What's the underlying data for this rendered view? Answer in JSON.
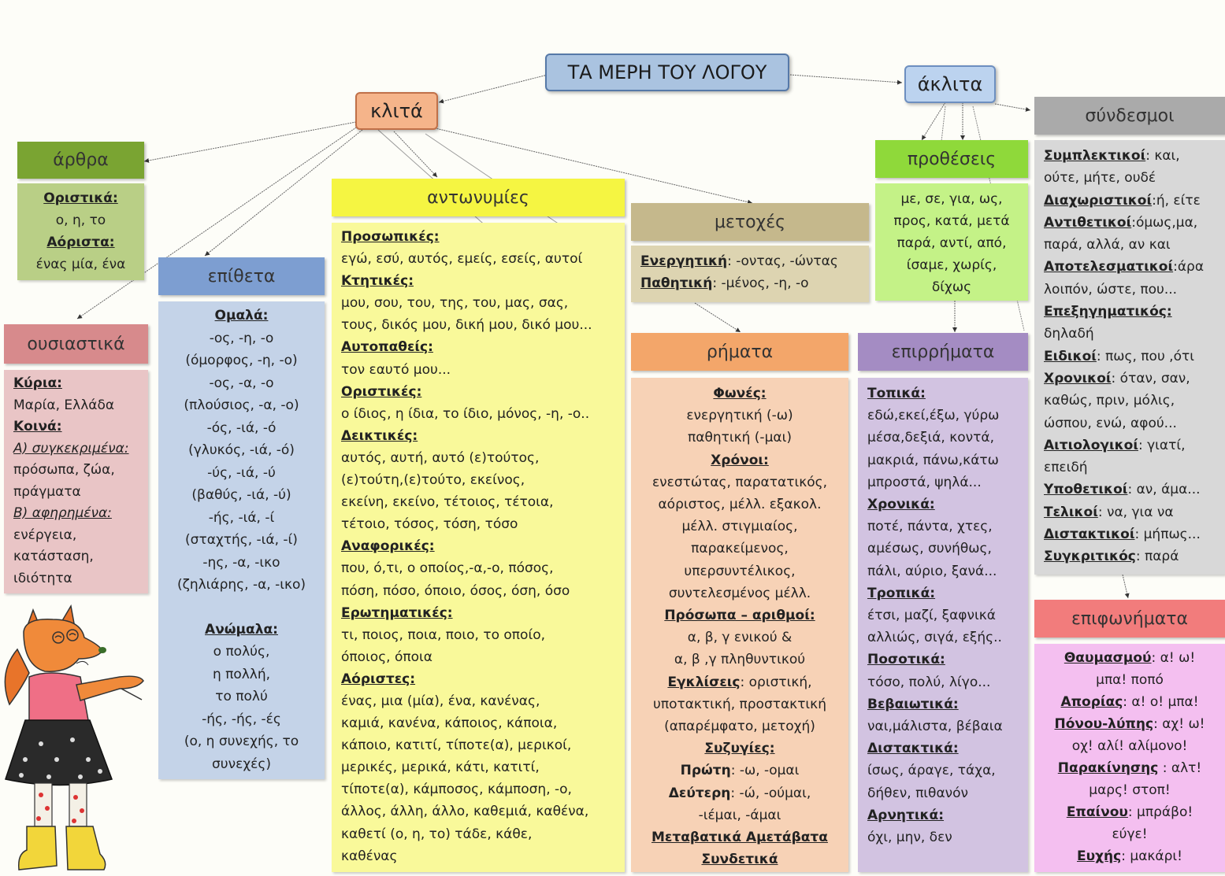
{
  "root": "ΤΑ ΜΕΡΗ ΤΟΥ ΛΟΓΟΥ",
  "klita": "κλιτά",
  "aklita": "άκλιτα",
  "arthra": {
    "title": "άρθρα",
    "l1": "Οριστικά:",
    "l2": "ο, η, το",
    "l3": "Αόριστα:",
    "l4": "ένας μία, ένα"
  },
  "ousiastika": {
    "title": "ουσιαστικά",
    "l1": "Κύρια:",
    "l2": "Μαρία, Ελλάδα",
    "l3": "Κοινά:",
    "l4": "Α) συγκεκριμένα:",
    "l5": "πρόσωπα, ζώα,",
    "l6": "πράγματα",
    "l7": "Β) αφηρημένα:",
    "l8": "ενέργεια,",
    "l9": "κατάσταση,",
    "l10": "ιδιότητα"
  },
  "epitheta": {
    "title": "επίθετα",
    "l1": "Ομαλά:",
    "l2": "-ος, -η, -ο",
    "l3": "(όμορφος, -η, -ο)",
    "l4": "-ος, -α, -ο",
    "l5": "(πλούσιος, -α, -ο)",
    "l6": "-ός, -ιά, -ό",
    "l7": "(γλυκός, -ιά, -ό)",
    "l8": "-ύς, -ιά, -ύ",
    "l9": "(βαθύς, -ιά, -ύ)",
    "l10": "-ής, -ιά, -ί",
    "l11": "(σταχτής, -ιά, -ί)",
    "l12": "-ης, -α, -ικο",
    "l13": "(ζηλιάρης, -α, -ικο)",
    "l14": "Ανώμαλα:",
    "l15": "ο πολύς,",
    "l16": "η πολλή,",
    "l17": "το πολύ",
    "l18": "-ής, -ής, -ές",
    "l19": "(ο, η συνεχής, το",
    "l20": "συνεχές)"
  },
  "antonymies": {
    "title": "αντωνυμίες",
    "l1": "Προσωπικές:",
    "l2": "εγώ, εσύ, αυτός, εμείς, εσείς, αυτοί",
    "l3": "Κτητικές:",
    "l4": "μου, σου, του, της, του, μας, σας,",
    "l5": "τους, δικός μου, δική μου, δικό μου...",
    "l6": "Αυτοπαθείς:",
    "l7": "τον εαυτό μου...",
    "l8": "Οριστικές:",
    "l9": "ο ίδιος, η ίδια, το ίδιο, μόνος, -η, -ο..",
    "l10": "Δεικτικές:",
    "l11": "αυτός, αυτή, αυτό (ε)τούτος,",
    "l12": "(ε)τούτη,(ε)τούτο, εκείνος,",
    "l13": "εκείνη, εκείνο, τέτοιος, τέτοια,",
    "l14": "τέτοιο, τόσος, τόση, τόσο",
    "l15": "Αναφορικές:",
    "l16": "που, ό,τι, ο οποίος,-α,-ο, πόσος,",
    "l17": "πόση, πόσο, όποιο, όσος, όση, όσο",
    "l18": "Ερωτηματικές:",
    "l19": "τι, ποιος, ποια, ποιο, το οποίο,",
    "l20": "όποιος, όποια",
    "l21": "Αόριστες:",
    "l22": "ένας, μια (μία), ένα, κανένας,",
    "l23": "καμιά, κανένα, κάποιος, κάποια,",
    "l24": "κάποιο, κατιτί, τίποτε(α), μερικοί,",
    "l25": "μερικές, μερικά, κάτι, κατιτί,",
    "l26": "τίποτε(α), κάμποσος, κάμποση, -ο,",
    "l27": "άλλος, άλλη, άλλο, καθεμιά, καθένα,",
    "l28": "καθετί (ο, η, το) τάδε, κάθε,",
    "l29": "καθένας"
  },
  "metoxes": {
    "title": "μετοχές",
    "l1a": "Ενεργητική",
    "l1b": ": -οντας, -ώντας",
    "l2a": "Παθητική",
    "l2b": ": -μένος, -η, -ο"
  },
  "rimata": {
    "title": "ρήματα",
    "l1": "Φωνές:",
    "l2": "ενεργητική (-ω)",
    "l3": "παθητική (-μαι)",
    "l4": "Χρόνοι:",
    "l5": "ενεστώτας, παρατατικός,",
    "l6": "αόριστος, μέλλ. εξακολ.",
    "l7": "μέλλ. στιγμιαίος,",
    "l8": "παρακείμενος,",
    "l9": "υπερσυντέλικος,",
    "l10": "συντελεσμένος μέλλ.",
    "l11": "Πρόσωπα – αριθμοί:",
    "l12": "α, β, γ ενικού &",
    "l13": "α, β ,γ πληθυντικού",
    "l14a": "Εγκλίσεις",
    "l14b": ": οριστική,",
    "l15": "υποτακτική, προστακτική",
    "l16": "(απαρέμφατο, μετοχή)",
    "l17": "Συζυγίες:",
    "l18a": "Πρώτη",
    "l18b": ": -ω, -ομαι",
    "l19a": "Δεύτερη",
    "l19b": ": -ώ, -ούμαι,",
    "l20": "-ιέμαι, -άμαι",
    "l21": "Μεταβατικά  Αμετάβατα",
    "l22": "Συνδετικά"
  },
  "protheseis": {
    "title": "προθέσεις",
    "l1": "με, σε, για, ως,",
    "l2": "προς, κατά, μετά",
    "l3": "παρά, αντί, από,",
    "l4": "ίσαμε, χωρίς,",
    "l5": "δίχως"
  },
  "epirrimata": {
    "title": "επιρρήματα",
    "l1": "Τοπικά:",
    "l2": "εδώ,εκεί,έξω, γύρω",
    "l3": "μέσα,δεξιά, κοντά,",
    "l4": "μακριά, πάνω,κάτω",
    "l5": "μπροστά, ψηλά...",
    "l6": "Χρονικά:",
    "l7": "ποτέ, πάντα, χτες,",
    "l8": "αμέσως, συνήθως,",
    "l9": "πάλι, αύριο, ξανά...",
    "l10": "Τροπικά:",
    "l11": "έτσι, μαζί, ξαφνικά",
    "l12": "αλλιώς, σιγά, εξής..",
    "l13": "Ποσοτικά:",
    "l14": "τόσο, πολύ, λίγο...",
    "l15": "Βεβαιωτικά:",
    "l16": "ναι,μάλιστα, βέβαια",
    "l17": "Διστακτικά:",
    "l18": "ίσως, άραγε, τάχα,",
    "l19": "δήθεν, πιθανόν",
    "l20": "Αρνητικά:",
    "l21": "όχι, μην, δεν"
  },
  "syndesmoi": {
    "title": "σύνδεσμοι",
    "l1a": "Συμπλεκτικοί",
    "l1b": ": και,",
    "l2": "ούτε, μήτε, ουδέ",
    "l3a": "Διαχωριστικοί",
    "l3b": ":ή, είτε",
    "l4a": "Αντιθετικοί",
    "l4b": ":όμως,μα,",
    "l5": "παρά, αλλά, αν και",
    "l6a": "Αποτελεσματικοί",
    "l6b": ":άρα",
    "l7": "λοιπόν, ώστε, που...",
    "l8": "Επεξηγηματικός:",
    "l9": "δηλαδή",
    "l10a": "Ειδικοί",
    "l10b": ": πως, που ,ότι",
    "l11a": "Χρονικοί",
    "l11b": ": όταν, σαν,",
    "l12": "καθώς, πριν, μόλις,",
    "l13": "ώσπου, ενώ, αφού...",
    "l14a": "Αιτιολογικοί",
    "l14b": ": γιατί,",
    "l15": "επειδή",
    "l16a": "Υποθετικοί",
    "l16b": ": αν, άμα...",
    "l17a": "Τελικοί",
    "l17b": ": να, για να",
    "l18a": "Διστακτικοί",
    "l18b": ": μήπως...",
    "l19a": "Συγκριτικός",
    "l19b": ": παρά"
  },
  "epifonimata": {
    "title": "επιφωνήματα",
    "l1a": "Θαυμασμού",
    "l1b": ": α! ω!",
    "l2": "μπα! ποπό",
    "l3a": "Απορίας",
    "l3b": ": α! ο! μπα!",
    "l4a": "Πόνου-λύπης",
    "l4b": ": αχ! ω!",
    "l5": "οχ! αλί! αλίμονο!",
    "l6a": "Παρακίνησης",
    "l6b": " : αλτ!",
    "l7": "μαρς! στοπ!",
    "l8a": "Επαίνου",
    "l8b": ": μπράβο!",
    "l9": "εύγε!",
    "l10a": "Ευχής",
    "l10b": ": μακάρι!"
  },
  "colors": {
    "arthra_hdr": "#7aa432",
    "arthra_body": "#b9cf86",
    "ousiastika_hdr": "#d78a8c",
    "ousiastika_body": "#e9c5c6",
    "epitheta_hdr": "#7d9ed1",
    "epitheta_body": "#c4d3e8",
    "antonymies_hdr": "#f5f542",
    "antonymies_body": "#f9f99a",
    "metoxes_hdr": "#c5b88c",
    "metoxes_body": "#ddd4b1",
    "rimata_hdr": "#f3a66a",
    "rimata_body": "#f7d2b6",
    "protheseis_hdr": "#8fd93a",
    "protheseis_body": "#c4f287",
    "epirrimata_hdr": "#a48cc3",
    "epirrimata_body": "#d2c3e1",
    "syndesmoi_hdr": "#aaaaaa",
    "syndesmoi_body": "#d8d8d8",
    "epifonimata_hdr": "#f27c7c",
    "epifonimata_body": "#f4bff0"
  }
}
